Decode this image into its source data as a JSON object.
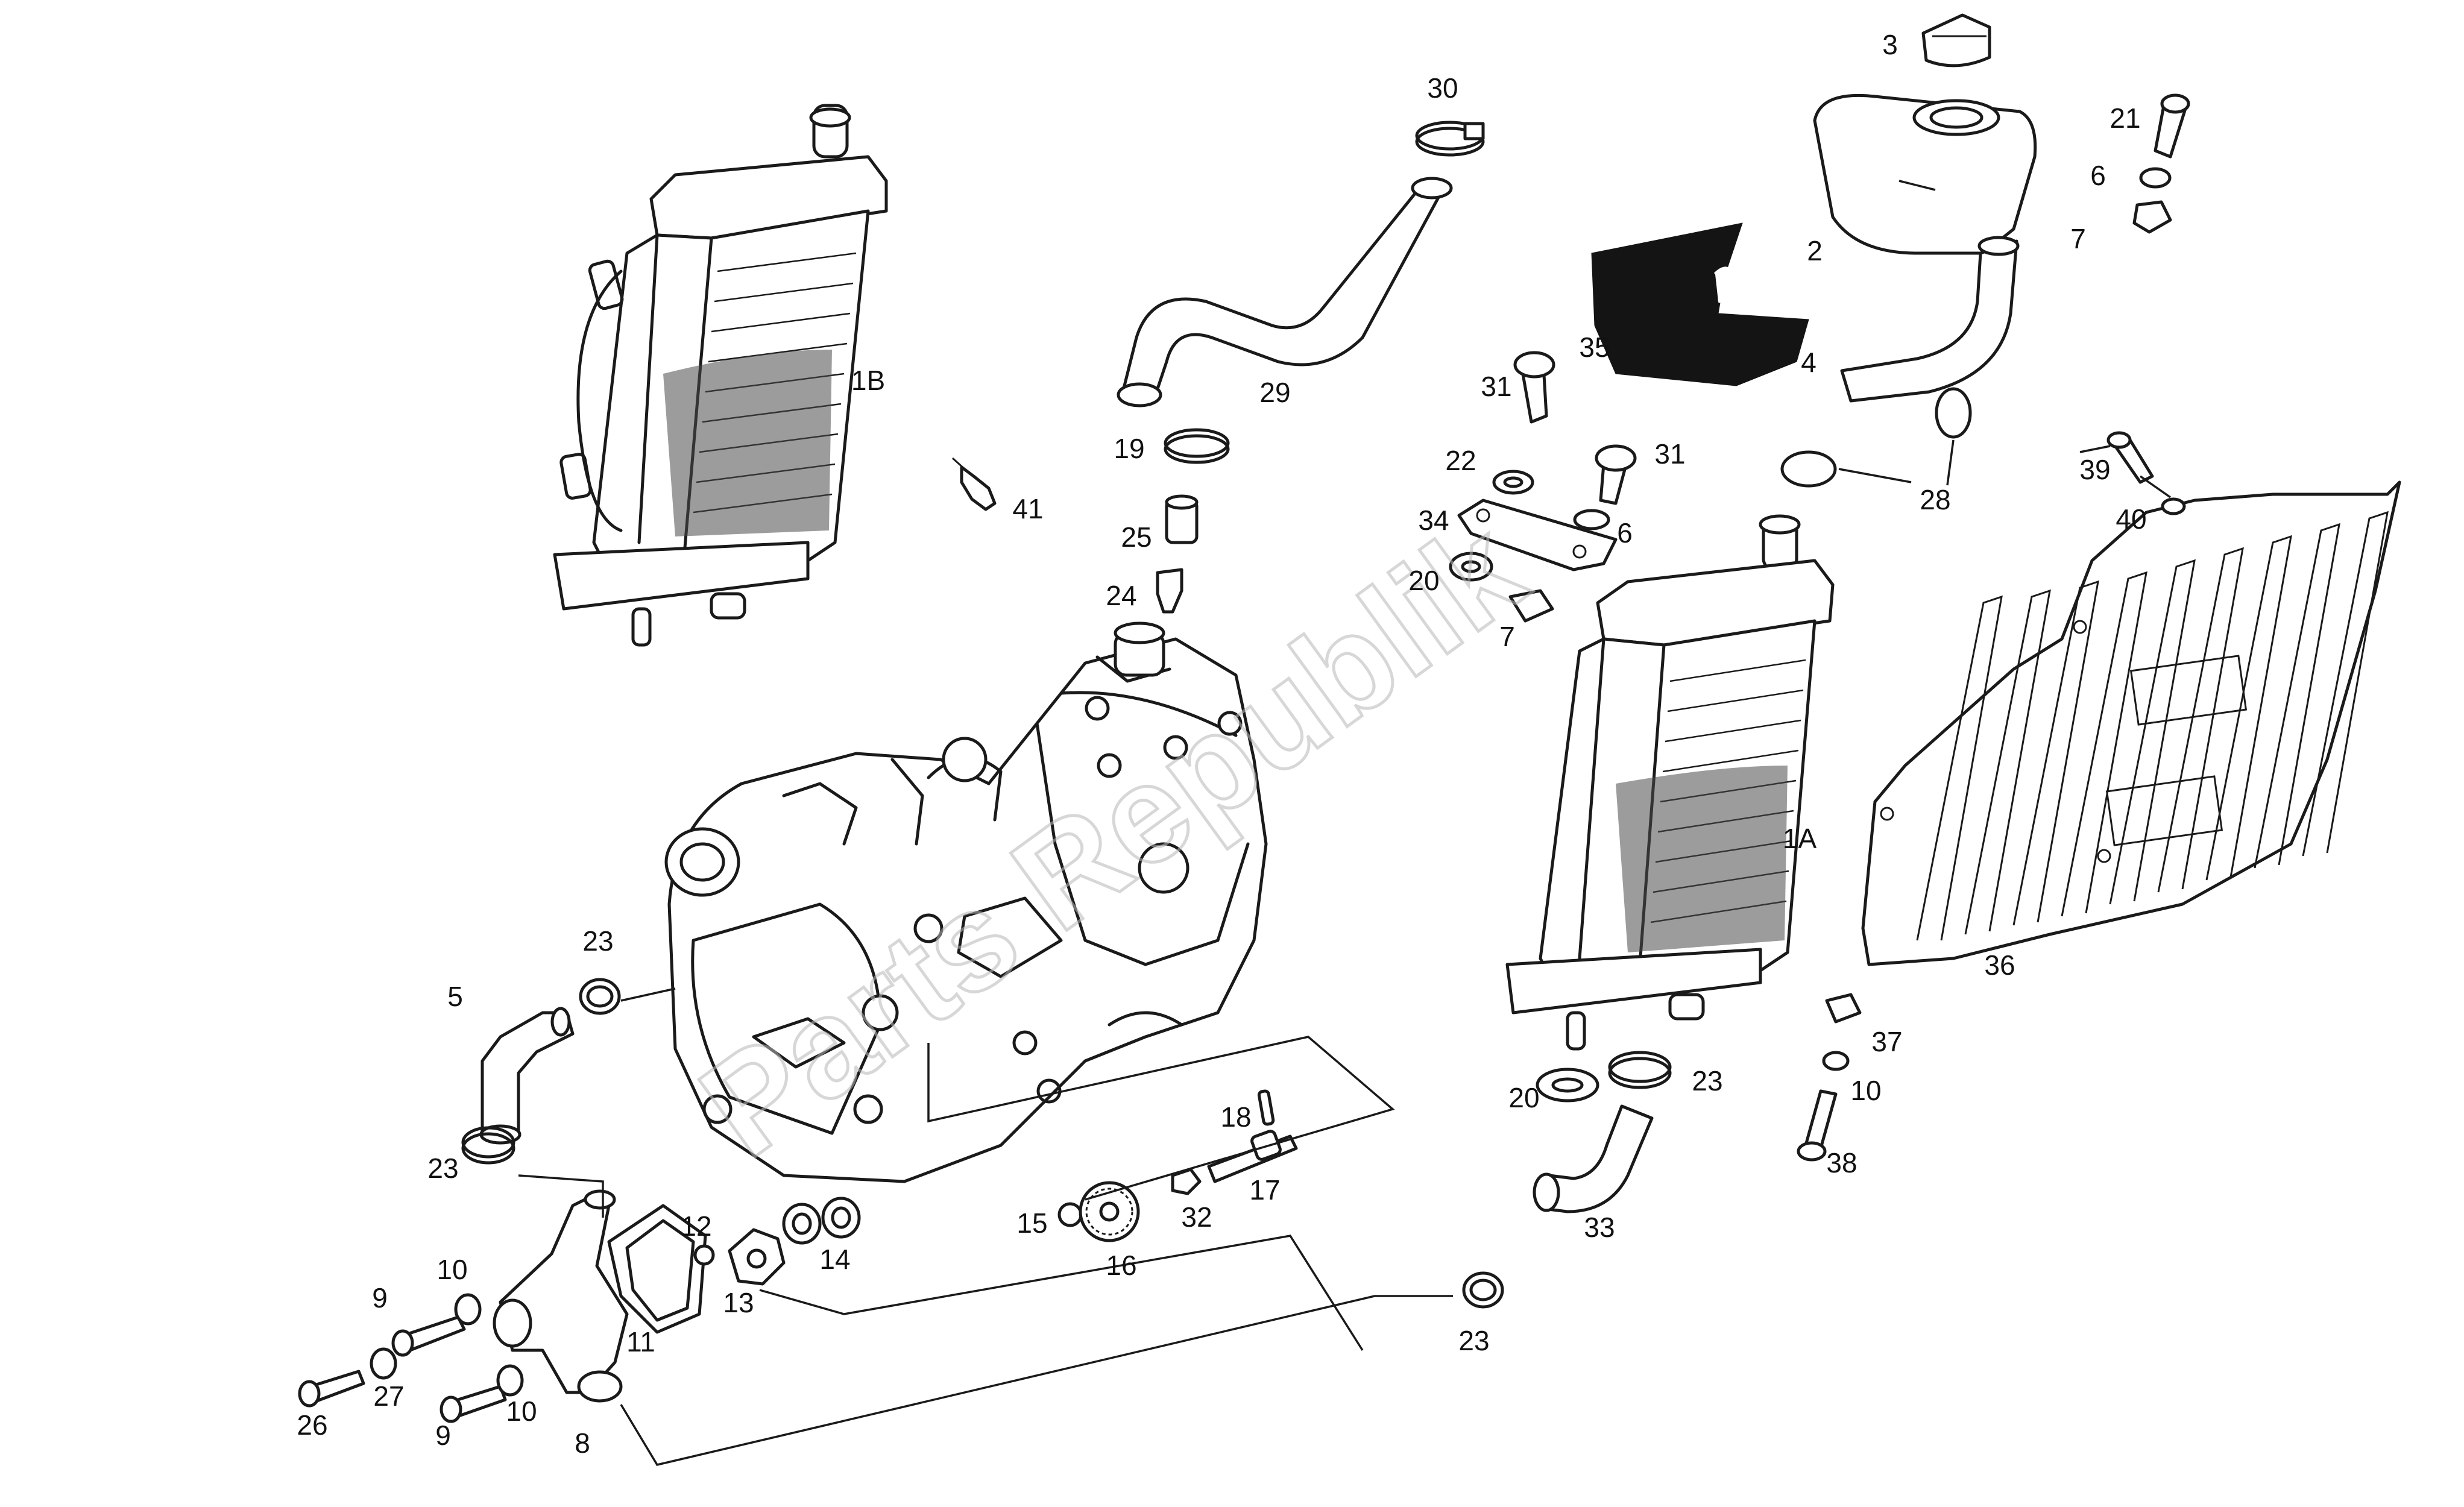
{
  "callouts": {
    "c1B": "1B",
    "c1A": "1A",
    "c2": "2",
    "c3": "3",
    "c4": "4",
    "c5": "5",
    "c6a": "6",
    "c6b": "6",
    "c7a": "7",
    "c7b": "7",
    "c8": "8",
    "c9a": "9",
    "c9b": "9",
    "c10a": "10",
    "c10b": "10",
    "c10c": "10",
    "c11": "11",
    "c12": "12",
    "c13": "13",
    "c14": "14",
    "c15": "15",
    "c16": "16",
    "c17": "17",
    "c18": "18",
    "c19": "19",
    "c20a": "20",
    "c20b": "20",
    "c21": "21",
    "c22": "22",
    "c23a": "23",
    "c23b": "23",
    "c23c": "23",
    "c23d": "23",
    "c24": "24",
    "c25": "25",
    "c26": "26",
    "c27": "27",
    "c28": "28",
    "c29": "29",
    "c30": "30",
    "c31a": "31",
    "c31b": "31",
    "c32": "32",
    "c33": "33",
    "c34": "34",
    "c35": "35",
    "c36": "36",
    "c37": "37",
    "c38": "38",
    "c39": "39",
    "c40": "40",
    "c41": "41"
  },
  "watermark": {
    "text": "Parts Republik",
    "color": "#b8b8b8"
  }
}
